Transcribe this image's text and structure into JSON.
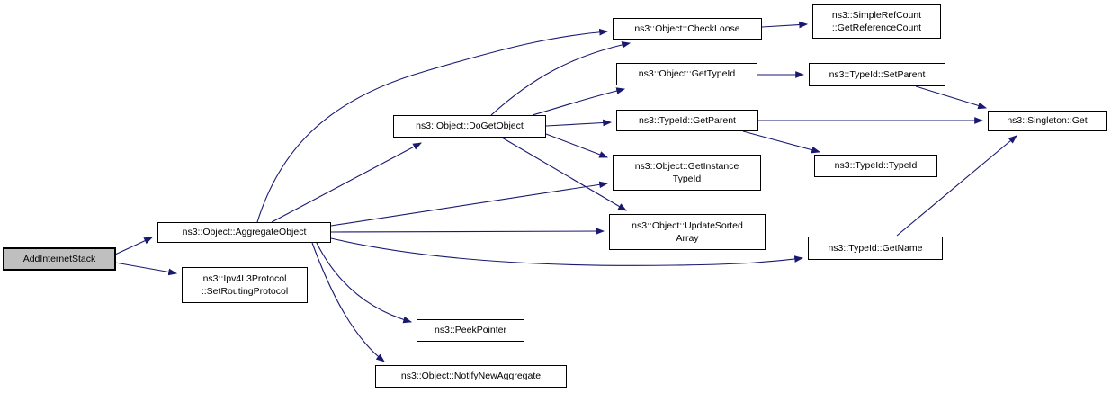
{
  "diagram": {
    "type": "call-graph",
    "background_color": "#ffffff",
    "edge_color": "#191970",
    "node_fill": "#ffffff",
    "node_border_color": "#000000",
    "current_node_fill": "#bfbfbf",
    "nodes": {
      "addInternetStack": {
        "label": "AddInternetStack",
        "current": true
      },
      "aggregateObject": {
        "label": "ns3::Object::AggregateObject"
      },
      "setRoutingProtocol": {
        "label": "ns3::Ipv4L3Protocol\n::SetRoutingProtocol"
      },
      "doGetObject": {
        "label": "ns3::Object::DoGetObject"
      },
      "checkLoose": {
        "label": "ns3::Object::CheckLoose"
      },
      "getReferenceCount": {
        "label": "ns3::SimpleRefCount\n::GetReferenceCount"
      },
      "getTypeId": {
        "label": "ns3::Object::GetTypeId"
      },
      "setParent": {
        "label": "ns3::TypeId::SetParent"
      },
      "getParent": {
        "label": "ns3::TypeId::GetParent"
      },
      "singletonGet": {
        "label": "ns3::Singleton::Get"
      },
      "typeIdTypeId": {
        "label": "ns3::TypeId::TypeId"
      },
      "getInstanceTypeId": {
        "label": "ns3::Object::GetInstance\nTypeId"
      },
      "updateSortedArray": {
        "label": "ns3::Object::UpdateSorted\nArray"
      },
      "getName": {
        "label": "ns3::TypeId::GetName"
      },
      "peekPointer": {
        "label": "ns3::PeekPointer"
      },
      "notifyNewAggregate": {
        "label": "ns3::Object::NotifyNewAggregate"
      }
    },
    "edges": [
      {
        "from": "addInternetStack",
        "to": "aggregateObject"
      },
      {
        "from": "addInternetStack",
        "to": "setRoutingProtocol"
      },
      {
        "from": "aggregateObject",
        "to": "doGetObject"
      },
      {
        "from": "aggregateObject",
        "to": "checkLoose"
      },
      {
        "from": "aggregateObject",
        "to": "getInstanceTypeId"
      },
      {
        "from": "aggregateObject",
        "to": "updateSortedArray"
      },
      {
        "from": "aggregateObject",
        "to": "getName"
      },
      {
        "from": "aggregateObject",
        "to": "peekPointer"
      },
      {
        "from": "aggregateObject",
        "to": "notifyNewAggregate"
      },
      {
        "from": "doGetObject",
        "to": "checkLoose"
      },
      {
        "from": "doGetObject",
        "to": "getTypeId"
      },
      {
        "from": "doGetObject",
        "to": "getParent"
      },
      {
        "from": "doGetObject",
        "to": "getInstanceTypeId"
      },
      {
        "from": "doGetObject",
        "to": "updateSortedArray"
      },
      {
        "from": "checkLoose",
        "to": "getReferenceCount"
      },
      {
        "from": "getTypeId",
        "to": "setParent"
      },
      {
        "from": "setParent",
        "to": "singletonGet"
      },
      {
        "from": "getParent",
        "to": "singletonGet"
      },
      {
        "from": "getParent",
        "to": "typeIdTypeId"
      },
      {
        "from": "getName",
        "to": "singletonGet"
      }
    ]
  }
}
